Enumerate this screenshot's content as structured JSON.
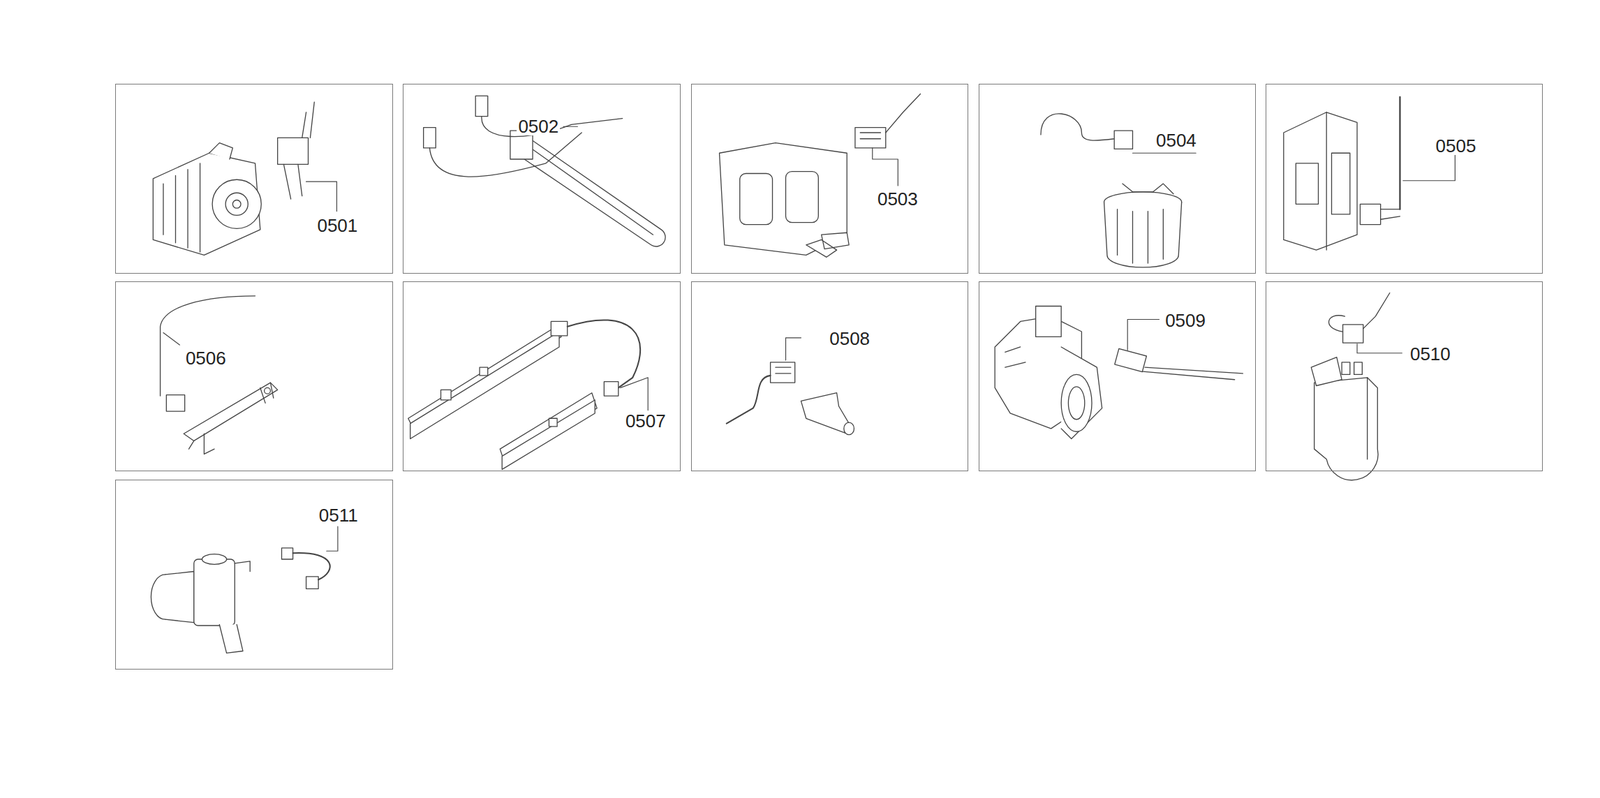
{
  "diagram": {
    "nodes": [
      {
        "text": [
          "0501"
        ]
      },
      {
        "text": [
          "0502"
        ]
      },
      {
        "text": [
          "0503"
        ]
      },
      {
        "text": [
          "0504"
        ]
      },
      {
        "text": [
          "0505"
        ]
      },
      {
        "text": [
          "0506"
        ]
      },
      {
        "text": [
          "0507"
        ]
      },
      {
        "text": [
          "0508"
        ]
      },
      {
        "text": [
          "0509"
        ]
      },
      {
        "text": [
          "0510"
        ]
      },
      {
        "text": [
          "0511"
        ]
      }
    ]
  }
}
